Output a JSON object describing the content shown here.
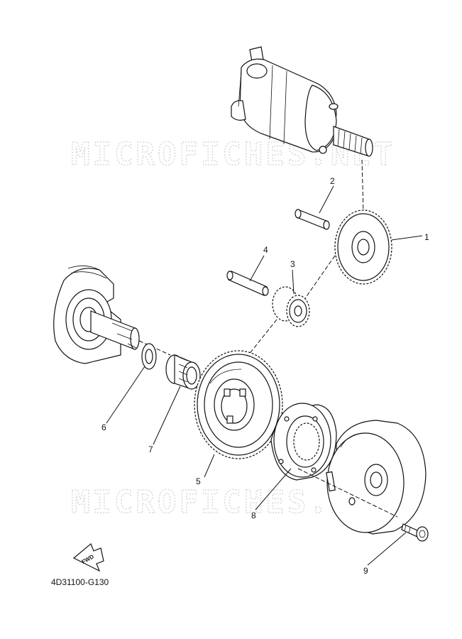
{
  "watermark": "MICROFICHES.NET",
  "diagram_code": "4D31100-G130",
  "fwd_label": "FWD",
  "callouts": [
    {
      "id": "1",
      "label": "1"
    },
    {
      "id": "2",
      "label": "2"
    },
    {
      "id": "3",
      "label": "3"
    },
    {
      "id": "4",
      "label": "4"
    },
    {
      "id": "5",
      "label": "5"
    },
    {
      "id": "6",
      "label": "6"
    },
    {
      "id": "7",
      "label": "7"
    },
    {
      "id": "8",
      "label": "8"
    },
    {
      "id": "9",
      "label": "9"
    }
  ]
}
